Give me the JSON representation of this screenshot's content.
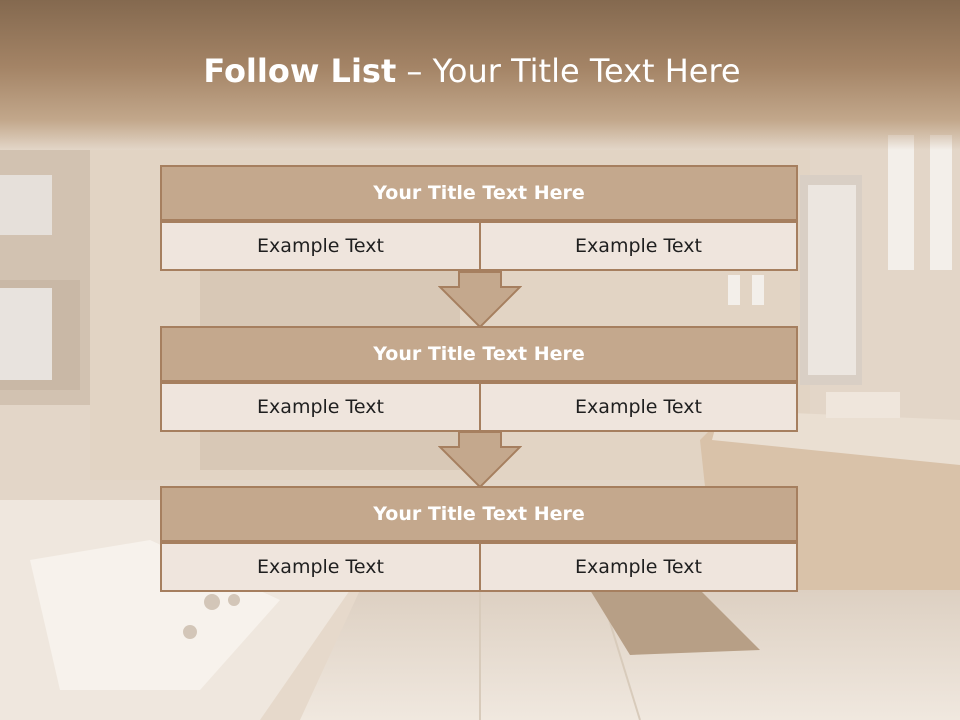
{
  "slide": {
    "title_bold": "Follow List",
    "title_separator": " – ",
    "title_rest": "Your Title Text Here"
  },
  "blocks": [
    {
      "header": "Your Title Text Here",
      "left_text": "Example Text",
      "right_text": "Example Text"
    },
    {
      "header": "Your Title Text Here",
      "left_text": "Example Text",
      "right_text": "Example Text"
    },
    {
      "header": "Your Title Text Here",
      "left_text": "Example Text",
      "right_text": "Example Text"
    }
  ],
  "colors": {
    "header_fill": "#c4a88d",
    "border": "#a67f5f",
    "cell_fill": "#efe5dd",
    "title_band": "#84694f"
  }
}
